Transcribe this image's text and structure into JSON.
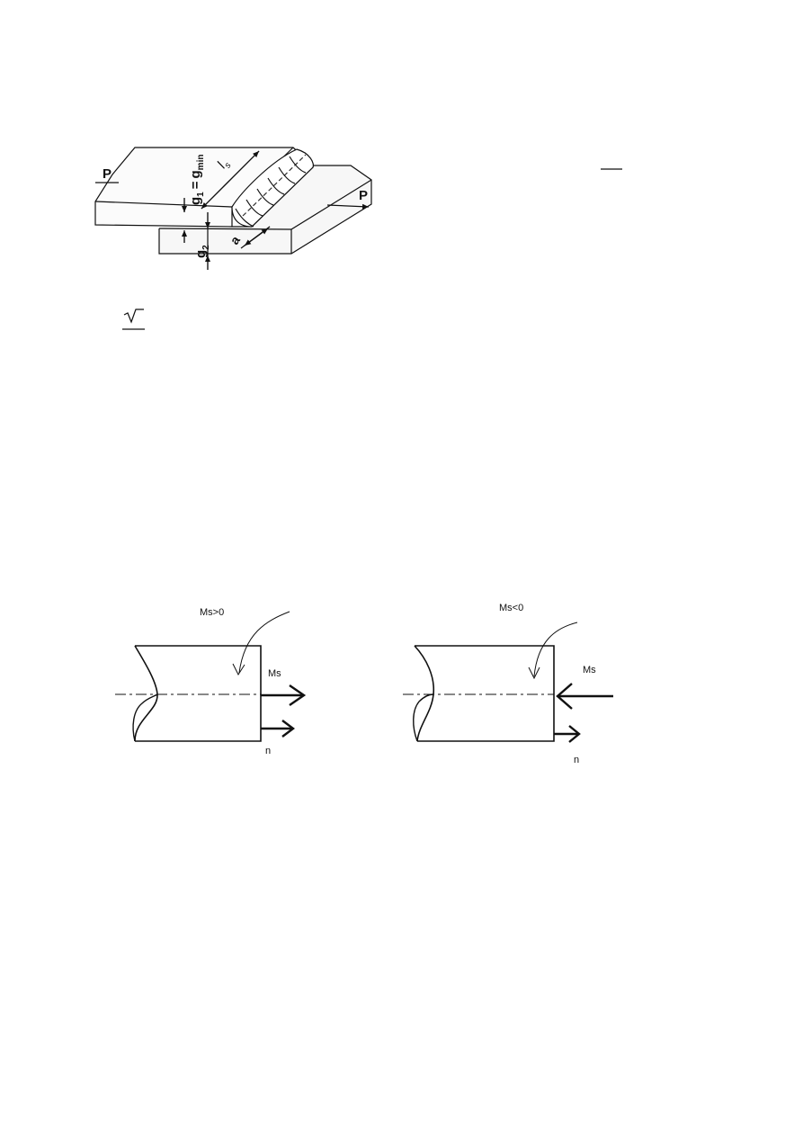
{
  "weld_figure": {
    "force_left": "P",
    "force_right": "P",
    "thickness_1": "g",
    "thickness_1_sub": "1",
    "equals": "=",
    "thickness_min": "g",
    "thickness_min_sub": "min",
    "thickness_2": "g",
    "thickness_2_sub": "2",
    "weld_length": "l",
    "weld_length_sub": "s",
    "throat": "a"
  },
  "moment_figures": {
    "positive": {
      "title": "Ms>0",
      "moment_label": "Ms",
      "normal_label": "n"
    },
    "negative": {
      "title": "Ms<0",
      "moment_label": "Ms",
      "normal_label": "n"
    }
  },
  "colors": {
    "ink": "#111111",
    "plate_fill": "#f4f4f4",
    "dash": "#333333"
  }
}
